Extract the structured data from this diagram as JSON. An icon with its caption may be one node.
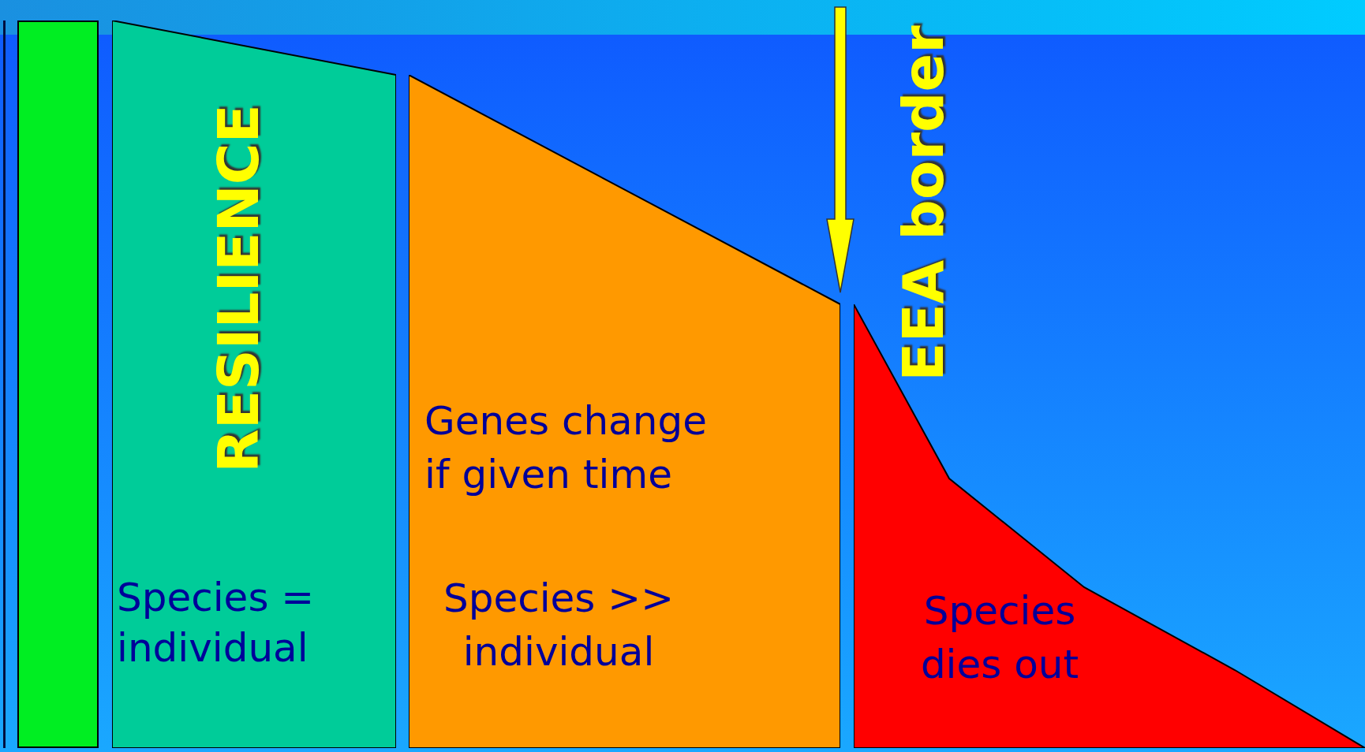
{
  "diagram": {
    "nodes": [
      {
        "text": [],
        "shape": "bar"
      },
      {
        "text": [
          "RESILIENCE",
          "Species = individual"
        ]
      },
      {
        "text": [
          "Genes change if given time",
          "Species >> individual"
        ]
      },
      {
        "text": [
          "Species dies out"
        ]
      }
    ],
    "labels": [
      "EEA border"
    ]
  }
}
